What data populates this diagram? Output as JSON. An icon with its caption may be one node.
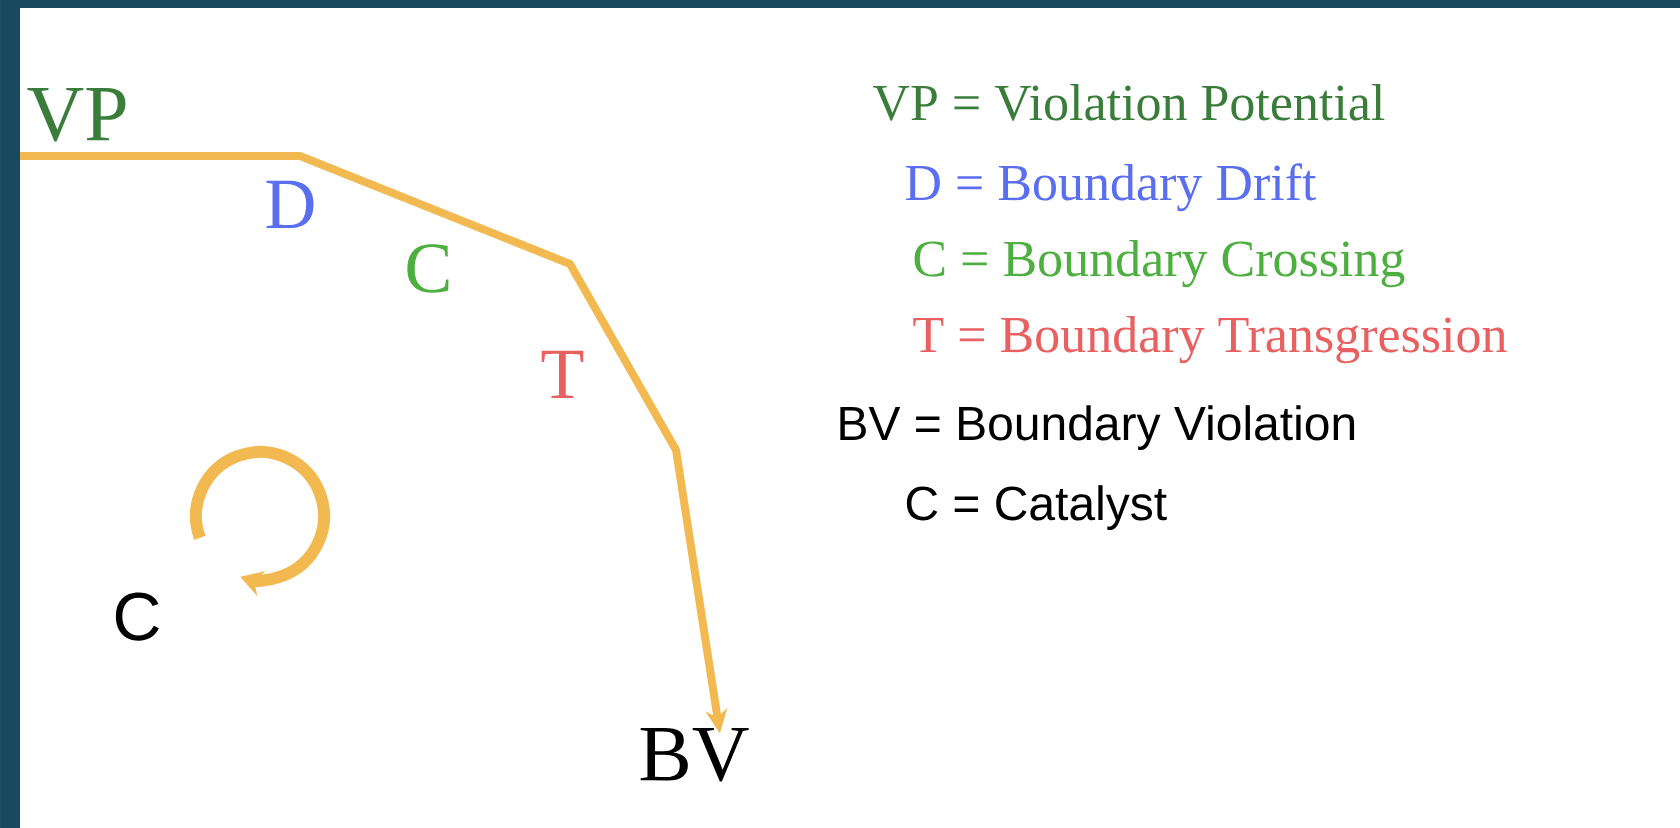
{
  "diagram": {
    "nodes": [
      {
        "text": [
          "VP"
        ]
      },
      {
        "text": [
          "BV"
        ]
      }
    ],
    "edges": [
      {
        "from": 0,
        "to": 1,
        "arrow": "to"
      }
    ],
    "labels": [
      "D",
      "C",
      "T",
      "C",
      "VP = Violation Potential",
      "D = Boundary Drift",
      "C = Boundary Crossing",
      "T = Boundary Transgression",
      "BV = Boundary Violation",
      "C = Catalyst"
    ]
  }
}
